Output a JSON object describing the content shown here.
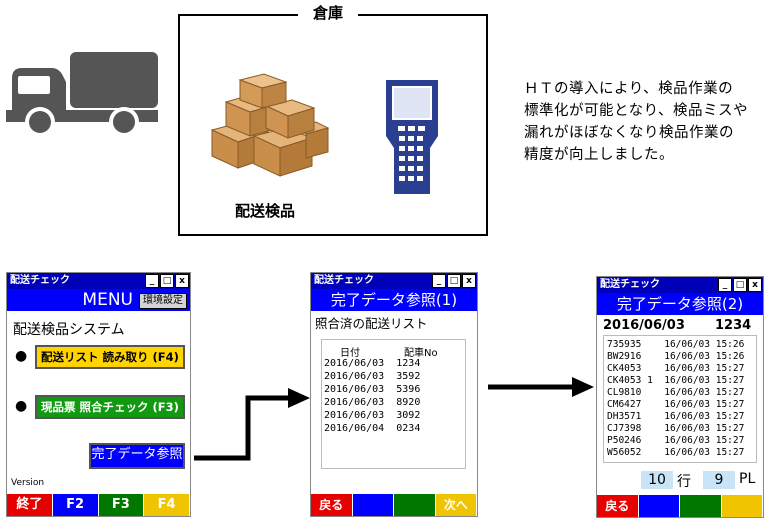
{
  "warehouse": {
    "title": "倉庫",
    "caption": "配送検品"
  },
  "description": [
    "ＨＴの導入により、検品作業の",
    "標準化が可能となり、検品ミスや",
    "漏れがほぼなくなり検品作業の",
    "精度が向上しました。"
  ],
  "window_buttons": {
    "minimize": "_",
    "maximize": "□",
    "close": "x"
  },
  "menu_screen": {
    "app_title": "配送チェック",
    "menu_label": "MENU",
    "settings_button": "環境設定",
    "system_name": "配送検品システム",
    "bullet": "●",
    "btn_read_list": "配送リスト 読み取り (F4)",
    "btn_check": "現品票 照合チェック (F3)",
    "btn_done_ref": "完了データ参照",
    "version_label": "Version",
    "fkeys": [
      "終了",
      "F2",
      "F3",
      "F4"
    ]
  },
  "list_screen": {
    "app_title": "配送チェック",
    "header": "完了データ参照(1)",
    "subtitle": "照合済の配送リスト",
    "col_date": "日付",
    "col_vehicle": "配車No",
    "rows": [
      [
        "2016/06/03",
        "1234"
      ],
      [
        "2016/06/03",
        "3592"
      ],
      [
        "2016/06/03",
        "5396"
      ],
      [
        "2016/06/03",
        "8920"
      ],
      [
        "2016/06/03",
        "3092"
      ],
      [
        "2016/06/04",
        "0234"
      ]
    ],
    "fkeys": [
      "戻る",
      "",
      "",
      "次へ"
    ]
  },
  "detail_screen": {
    "app_title": "配送チェック",
    "header": "完了データ参照(2)",
    "date": "2016/06/03",
    "vehicle_no": "1234",
    "rows": [
      [
        "735935",
        "",
        "16/06/03",
        "15:26"
      ],
      [
        "BW2916",
        "",
        "16/06/03",
        "15:26"
      ],
      [
        "CK4053",
        "",
        "16/06/03",
        "15:27"
      ],
      [
        "CK4053",
        "1",
        "16/06/03",
        "15:27"
      ],
      [
        "CL9810",
        "",
        "16/06/03",
        "15:27"
      ],
      [
        "CM6427",
        "",
        "16/06/03",
        "15:27"
      ],
      [
        "DH3571",
        "",
        "16/06/03",
        "15:27"
      ],
      [
        "CJ7398",
        "",
        "16/06/03",
        "15:27"
      ],
      [
        "P50246",
        "",
        "16/06/03",
        "15:27"
      ],
      [
        "W56052",
        "",
        "16/06/03",
        "15:27"
      ]
    ],
    "row_count": "10",
    "row_unit": "行",
    "pl_count": "9",
    "pl_unit": "PL",
    "fkeys": [
      "戻る",
      "",
      "",
      ""
    ]
  },
  "colors": {
    "title_bar": "#0000b8",
    "header_band": "#0000ff",
    "key_red": "#e60000",
    "key_blue": "#0000ff",
    "key_green": "#007800",
    "key_yellow": "#f0c400",
    "icon_gray": "#555555",
    "device_blue": "#2a3f8f"
  },
  "icons": [
    "truck-icon",
    "boxes-icon",
    "handheld-terminal-icon",
    "arrow-icon"
  ]
}
